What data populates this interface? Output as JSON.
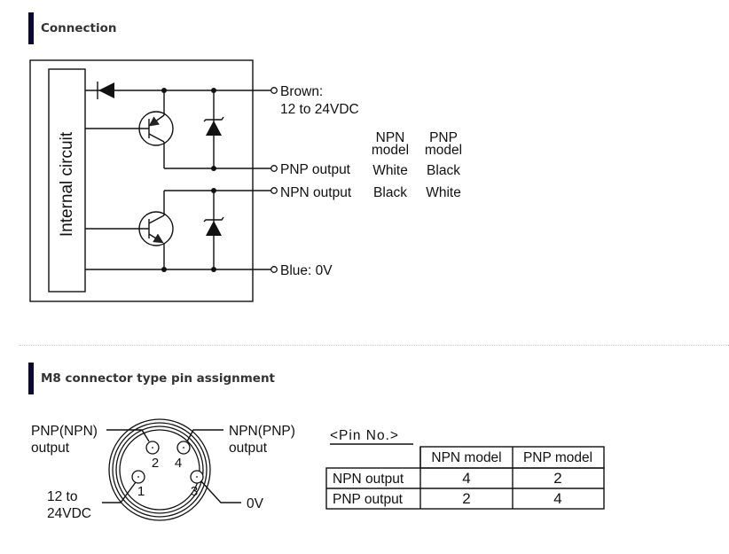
{
  "sections": {
    "connection": {
      "title": "Connection"
    },
    "m8": {
      "title": "M8 connector type pin assignment"
    }
  },
  "circuit": {
    "internal_circuit_label": "Internal circuit",
    "terminals": {
      "brown_line1": "Brown:",
      "brown_line2": "12 to 24VDC",
      "pnp_output": "PNP output",
      "npn_output": "NPN output",
      "blue": "Blue: 0V"
    },
    "color_table": {
      "headers": [
        {
          "line1": "NPN",
          "line2": "model"
        },
        {
          "line1": "PNP",
          "line2": "model"
        }
      ],
      "rows": [
        {
          "output": "PNP output",
          "npn_model": "White",
          "pnp_model": "Black"
        },
        {
          "output": "NPN output",
          "npn_model": "Black",
          "pnp_model": "White"
        }
      ]
    }
  },
  "connector": {
    "labels": {
      "top_left_line1": "PNP(NPN)",
      "top_left_line2": "output",
      "top_right_line1": "NPN(PNP)",
      "top_right_line2": "output",
      "bottom_left_line1": "12 to",
      "bottom_left_line2": "24VDC",
      "bottom_right": "0V"
    },
    "pins": [
      "1",
      "2",
      "3",
      "4"
    ]
  },
  "pin_table": {
    "title": "<Pin No.>",
    "headers": [
      "",
      "NPN model",
      "PNP model"
    ],
    "rows": [
      {
        "label": "NPN output",
        "npn_model": "4",
        "pnp_model": "2"
      },
      {
        "label": "PNP output",
        "npn_model": "2",
        "pnp_model": "4"
      }
    ]
  }
}
